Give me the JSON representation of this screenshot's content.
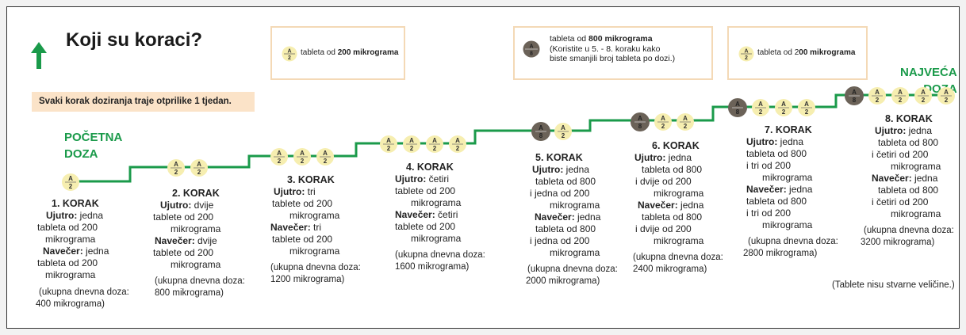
{
  "title": "Koji su koraci?",
  "note": "Svaki korak doziranja traje otprilike 1 tjedan.",
  "start_label": [
    "POČETNA",
    "DOZA"
  ],
  "end_label": [
    "NAJVEĆA",
    "DOZA"
  ],
  "tablet_small": {
    "top": "A",
    "bottom": "2"
  },
  "tablet_large": {
    "top": "A",
    "bottom": "8"
  },
  "legend": [
    {
      "pre": "tableta od ",
      "bold": "200 mikrograma",
      "lines": []
    },
    {
      "pre": "tableta od ",
      "bold": "800 mikrograma",
      "lines": [
        "(Koristite u 5. - 8. koraku kako",
        "biste smanjili broj tableta po dozi.)"
      ]
    },
    {
      "pre": "tableta od 2",
      "bold": "00 mikrograma",
      "lines": []
    }
  ],
  "steps": [
    {
      "title": "1. KORAK",
      "lines": [
        [
          "Ujutro:",
          " jedna"
        ],
        [
          "",
          "tableta od 200"
        ],
        [
          "",
          "mikrograma"
        ],
        [
          "Navečer:",
          " jedna"
        ],
        [
          "",
          "tableta od 200"
        ],
        [
          "",
          "mikrograma"
        ]
      ],
      "total": [
        "(ukupna dnevna doza:",
        "400 mikrograma)"
      ]
    },
    {
      "title": "2. KORAK",
      "lines": [
        [
          "Ujutro:",
          " dvije"
        ],
        [
          "",
          "tablete od 200"
        ],
        [
          "",
          "mikrograma"
        ],
        [
          "Navečer:",
          " dvije"
        ],
        [
          "",
          "tablete od 200"
        ],
        [
          "",
          "mikrograma"
        ]
      ],
      "total": [
        "(ukupna dnevna doza:",
        "800 mikrograma)"
      ]
    },
    {
      "title": "3. KORAK",
      "lines": [
        [
          "Ujutro:",
          " tri"
        ],
        [
          "",
          "tablete od 200"
        ],
        [
          "",
          "mikrograma"
        ],
        [
          "Navečer:",
          " tri"
        ],
        [
          "",
          "tablete od 200"
        ],
        [
          "",
          "mikrograma"
        ]
      ],
      "total": [
        "(ukupna dnevna doza:",
        "1200 mikrograma)"
      ]
    },
    {
      "title": "4. KORAK",
      "lines": [
        [
          "Ujutro:",
          " četiri"
        ],
        [
          "",
          "tablete od 200"
        ],
        [
          "",
          "mikrograma"
        ],
        [
          "Navečer:",
          " četiri"
        ],
        [
          "",
          "tablete od 200"
        ],
        [
          "",
          "mikrograma"
        ]
      ],
      "total": [
        "(ukupna dnevna doza:",
        "1600 mikrograma)"
      ]
    },
    {
      "title": "5. KORAK",
      "lines": [
        [
          "Ujutro:",
          " jedna"
        ],
        [
          "",
          "tableta od 800"
        ],
        [
          "",
          "i jedna od 200"
        ],
        [
          "",
          "mikrograma"
        ],
        [
          "Navečer:",
          " jedna"
        ],
        [
          "",
          "tableta od 800"
        ],
        [
          "",
          "i jedna od 200"
        ],
        [
          "",
          "mikrograma"
        ]
      ],
      "total": [
        "(ukupna dnevna doza:",
        "2000 mikrograma)"
      ]
    },
    {
      "title": "6. KORAK",
      "lines": [
        [
          "Ujutro:",
          " jedna"
        ],
        [
          "",
          "tableta od 800"
        ],
        [
          "",
          "i dvije od 200"
        ],
        [
          "",
          "mikrograma"
        ],
        [
          "Navečer:",
          " jedna"
        ],
        [
          "",
          "tableta od 800"
        ],
        [
          "",
          "i dvije od 200"
        ],
        [
          "",
          "mikrograma"
        ]
      ],
      "total": [
        "(ukupna dnevna doza:",
        "2400 mikrograma)"
      ]
    },
    {
      "title": "7. KORAK",
      "lines": [
        [
          "Ujutro:",
          " jedna"
        ],
        [
          "",
          "tableta od 800"
        ],
        [
          "",
          "i tri od 200"
        ],
        [
          "",
          "mikrograma"
        ],
        [
          "Navečer:",
          " jedna"
        ],
        [
          "",
          "tableta od 800"
        ],
        [
          "",
          "i tri od 200"
        ],
        [
          "",
          "mikrograma"
        ]
      ],
      "total": [
        "(ukupna dnevna doza:",
        "2800 mikrograma)"
      ]
    },
    {
      "title": "8. KORAK",
      "lines": [
        [
          "Ujutro:",
          " jedna"
        ],
        [
          "",
          "tableta od 800"
        ],
        [
          "",
          "i četiri od 200"
        ],
        [
          "",
          "mikrograma"
        ],
        [
          "Navečer:",
          " jedna"
        ],
        [
          "",
          "tableta od 800"
        ],
        [
          "",
          "i četiri od 200"
        ],
        [
          "",
          "mikrograma"
        ]
      ],
      "total": [
        "(ukupna dnevna doza:",
        "3200 mikrograma)"
      ]
    }
  ],
  "footnote": "(Tablete nisu stvarne veličine.)",
  "colors": {
    "green": "#1a9a4a",
    "tablet_small": "#f6eeb0",
    "tablet_large": "#6b6258",
    "note_bg": "#fbe3c8",
    "legend_border": "#f4d9b6"
  }
}
